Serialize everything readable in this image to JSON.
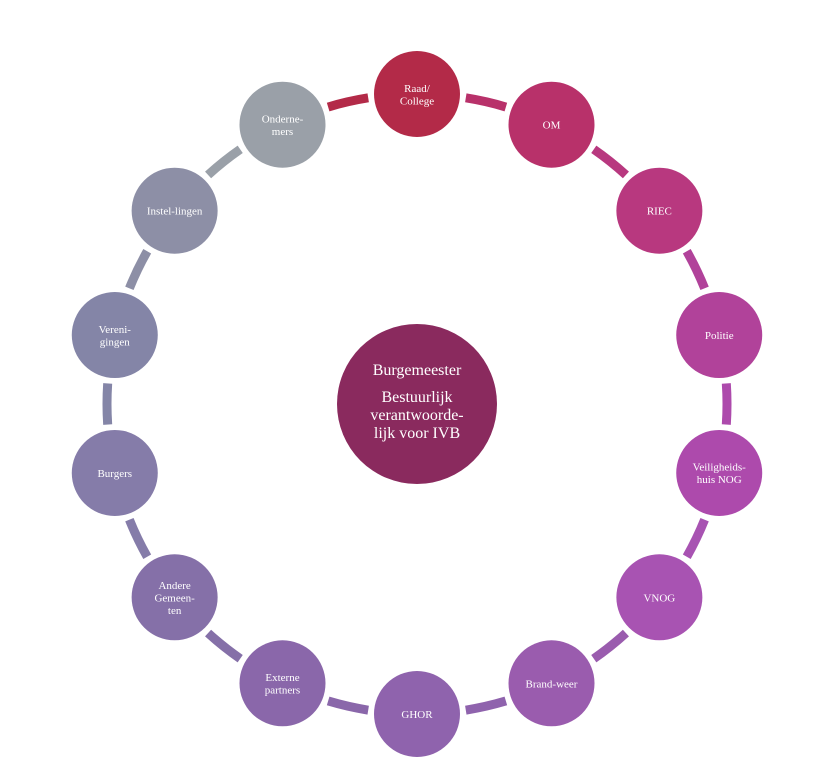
{
  "center": {
    "lines": [
      "Burgemeester",
      "Bestuurlijk",
      "verantwoorde-",
      "lijk voor IVB"
    ],
    "color": "#8a2a5e"
  },
  "nodes": [
    {
      "id": "raad-college",
      "lines": [
        "Raad/",
        "College"
      ],
      "color": "#b32a48"
    },
    {
      "id": "om",
      "lines": [
        "OM"
      ],
      "color": "#b8316a"
    },
    {
      "id": "riec",
      "lines": [
        "RIEC"
      ],
      "color": "#b8387f"
    },
    {
      "id": "politie",
      "lines": [
        "Politie"
      ],
      "color": "#b1429a"
    },
    {
      "id": "veiligheidshuis-nog",
      "lines": [
        "Veiligheids-",
        "huis NOG"
      ],
      "color": "#ad4aac"
    },
    {
      "id": "vnog",
      "lines": [
        "VNOG"
      ],
      "color": "#a853b2"
    },
    {
      "id": "brandweer",
      "lines": [
        "Brand-weer"
      ],
      "color": "#9a5cae"
    },
    {
      "id": "ghor",
      "lines": [
        "GHOR"
      ],
      "color": "#8f63ad"
    },
    {
      "id": "externe-partners",
      "lines": [
        "Externe",
        "partners"
      ],
      "color": "#8a67aa"
    },
    {
      "id": "andere-gemeenten",
      "lines": [
        "Andere",
        "Gemeen-",
        "ten"
      ],
      "color": "#8570a8"
    },
    {
      "id": "burgers",
      "lines": [
        "Burgers"
      ],
      "color": "#857ca9"
    },
    {
      "id": "verenigingen",
      "lines": [
        "Vereni-",
        "gingen"
      ],
      "color": "#8485a7"
    },
    {
      "id": "instellingen",
      "lines": [
        "Instel-lingen"
      ],
      "color": "#8d8fa6"
    },
    {
      "id": "ondernemers",
      "lines": [
        "Onderne-",
        "mers"
      ],
      "color": "#9aa0a8"
    }
  ]
}
